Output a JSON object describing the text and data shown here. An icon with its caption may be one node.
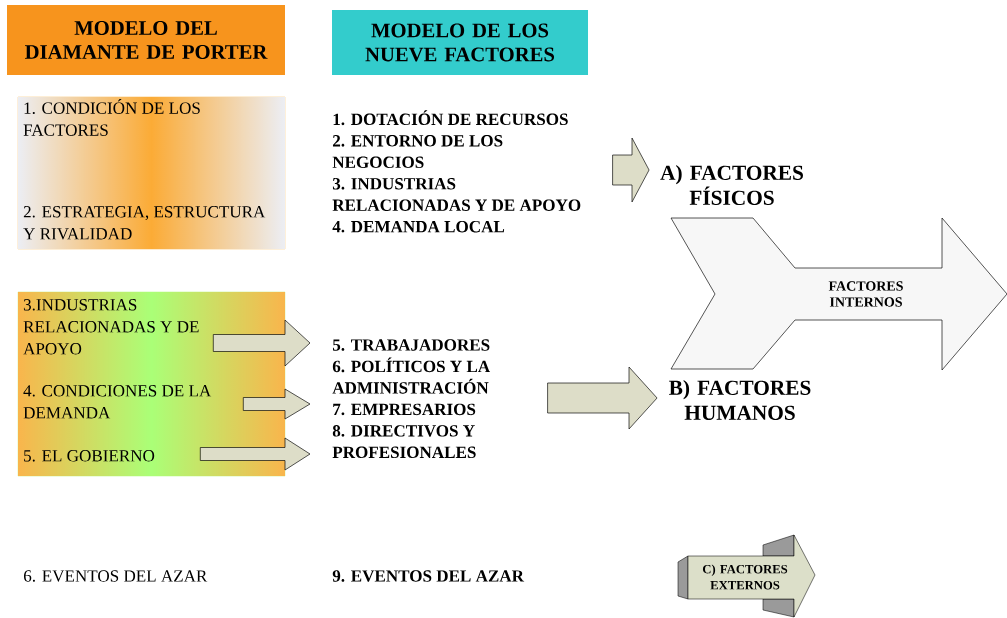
{
  "diagram": {
    "nodes": [
      {
        "text": [
          "MODELO DEL DIAMANTE DE PORTER"
        ]
      },
      {
        "text": [
          "MODELO DE LOS NUEVE FACTORES"
        ]
      },
      {
        "text": [],
        "shape": "box"
      },
      {
        "text": [
          "1. CONDICIÓN DE LOS FACTORES"
        ],
        "in": 2
      },
      {
        "text": [
          "2. ESTRATEGIA, ESTRUCTURA Y RIVALIDAD"
        ],
        "in": 2
      },
      {
        "text": [],
        "shape": "box"
      },
      {
        "text": [
          "3.INDUSTRIAS RELACIONADAS Y DE APOYO"
        ],
        "in": 5
      },
      {
        "text": [
          "4. CONDICIONES DE LA DEMANDA"
        ],
        "in": 5
      },
      {
        "text": [
          "5. EL GOBIERNO"
        ],
        "in": 5
      },
      {
        "text": [
          "1. DOTACIÓN DE RECURSOS",
          "2. ENTORNO DE LOS NEGOCIOS",
          "3. INDUSTRIAS RELACIONADAS Y DE APOYO",
          "4. DEMANDA LOCAL"
        ]
      },
      {
        "text": [
          "A) FACTORES FÍSICOS"
        ]
      },
      {
        "text": [
          "FACTORES INTERNOS"
        ]
      },
      {
        "text": [
          "5. TRABAJADORES",
          "6. POLÍTICOS Y LA ADMINISTRACIÓN",
          "7. EMPRESARIOS",
          "8. DIRECTIVOS Y PROFESIONALES"
        ]
      },
      {
        "text": [
          "B) FACTORES HUMANOS"
        ]
      },
      {
        "text": [
          "C) FACTORES EXTERNOS"
        ]
      }
    ],
    "edges": [
      {
        "from": 9,
        "to": 10,
        "arrow": "to"
      },
      {
        "from": 6,
        "to": 12,
        "arrow": "to"
      },
      {
        "from": 7,
        "to": 12,
        "arrow": "to"
      },
      {
        "from": 8,
        "to": 12,
        "arrow": "to"
      },
      {
        "from": 12,
        "to": 13,
        "arrow": "to"
      }
    ],
    "labels": [
      "6. EVENTOS DEL AZAR",
      "9. EVENTOS DEL AZAR"
    ]
  }
}
